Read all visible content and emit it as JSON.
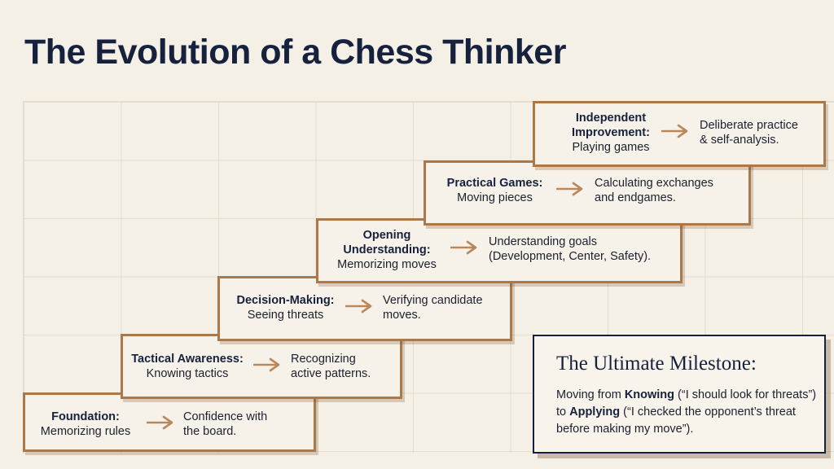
{
  "title": "The Evolution of a Chess Thinker",
  "steps": [
    {
      "label_bold": [
        "Foundation:"
      ],
      "label_rest": [
        "Memorizing rules"
      ],
      "result": [
        "Confidence with",
        "the board."
      ]
    },
    {
      "label_bold": [
        "Tactical Awareness:"
      ],
      "label_rest": [
        "Knowing tactics"
      ],
      "result": [
        "Recognizing",
        "active patterns."
      ]
    },
    {
      "label_bold": [
        "Decision-Making:"
      ],
      "label_rest": [
        "Seeing threats"
      ],
      "result": [
        "Verifying candidate",
        "moves."
      ]
    },
    {
      "label_bold": [
        "Opening",
        "Understanding:"
      ],
      "label_rest": [
        "Memorizing moves"
      ],
      "result": [
        "Understanding goals",
        "(Development, Center, Safety)."
      ]
    },
    {
      "label_bold": [
        "Practical Games:"
      ],
      "label_rest": [
        "Moving pieces"
      ],
      "result": [
        "Calculating exchanges",
        "and endgames."
      ]
    },
    {
      "label_bold": [
        "Independent",
        "Improvement:"
      ],
      "label_rest": [
        "Playing games"
      ],
      "result": [
        "Deliberate practice",
        "& self-analysis."
      ]
    }
  ],
  "milestone": {
    "title": "The Ultimate Milestone:",
    "t1": "Moving from ",
    "knowing": "Knowing",
    "t2": " (“I should look for threats”) to ",
    "applying": "Applying",
    "t3": " (“I checked the opponent’s threat before making my move”)."
  },
  "colors": {
    "accent": "#a9794b",
    "navy": "#16213d",
    "background": "#f5f0e6"
  }
}
